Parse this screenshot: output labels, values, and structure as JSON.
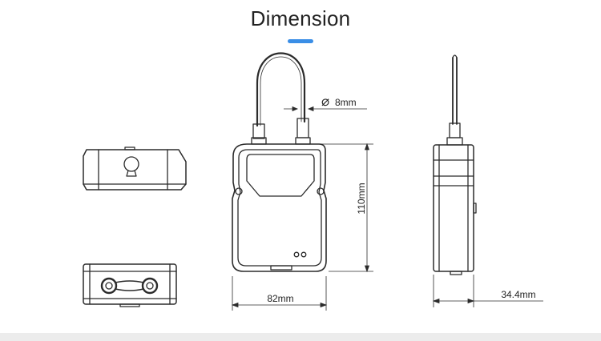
{
  "header": {
    "title": "Dimension"
  },
  "dimensions": {
    "diameter": "8mm",
    "height": "110mm",
    "width": "82mm",
    "depth": "34.4mm"
  },
  "symbols": {
    "diameter_symbol": "⌀"
  },
  "colors": {
    "accent": "#3a8ee6",
    "line": "#2b2b2b"
  }
}
